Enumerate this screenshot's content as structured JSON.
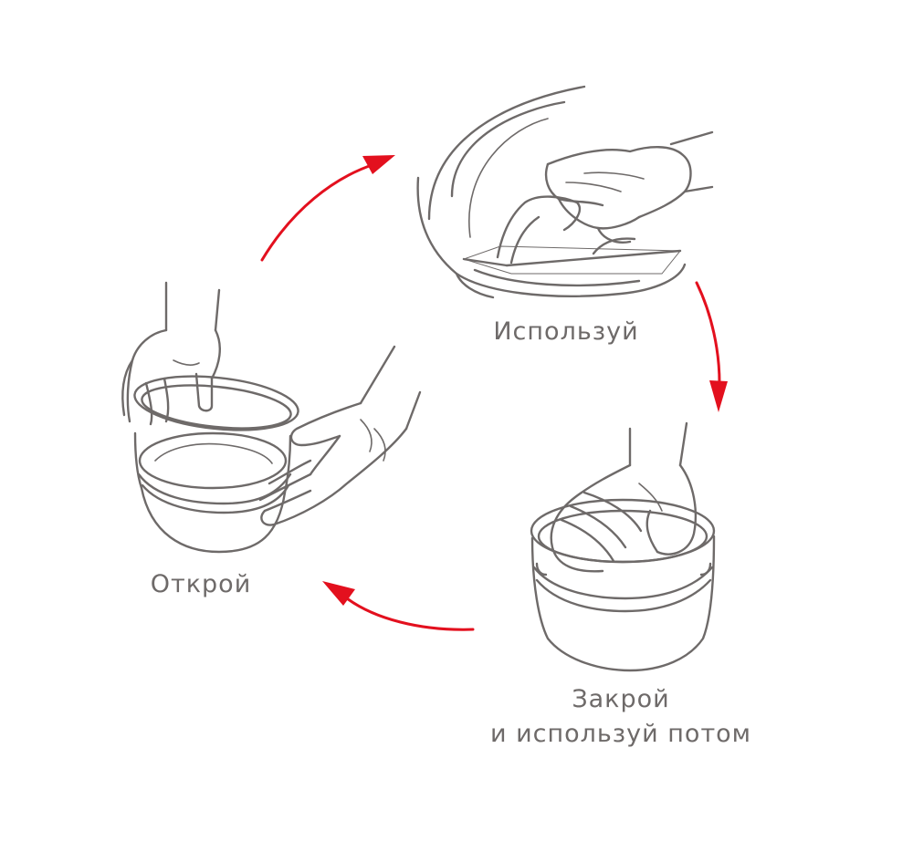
{
  "steps": {
    "use": "Используй",
    "open": "Открой",
    "close_line1": "Закрой",
    "close_line2": "и используй потом"
  },
  "icons": {
    "use": "trowel-hand-icon",
    "open": "open-bucket-lid-icon",
    "close": "press-bucket-icon"
  },
  "colors": {
    "line_art": "#6e6a69",
    "arrow": "#e3101e",
    "text": "#6e6a69"
  }
}
